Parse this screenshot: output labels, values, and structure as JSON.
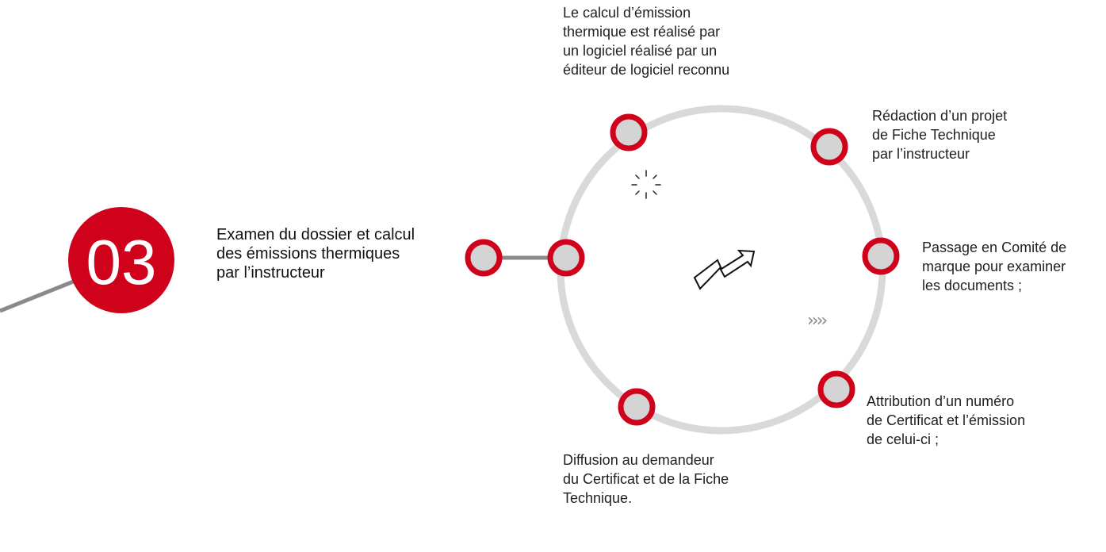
{
  "step": {
    "number": "03",
    "title": "Examen du dossier et calcul\ndes émissions thermiques\npar l’instructeur"
  },
  "cycle": {
    "nodes": [
      {
        "id": "top-left",
        "text": "Le calcul d’émission\nthermique est réalisé par\nun logiciel réalisé par un\néditeur de logiciel reconnu"
      },
      {
        "id": "top-right",
        "text": "Rédaction d’un projet\nde Fiche Technique\npar l’instructeur"
      },
      {
        "id": "right",
        "text": "Passage en Comité de\nmarque pour examiner\nles documents ;"
      },
      {
        "id": "bottom-right",
        "text": "Attribution d’un numéro\nde Certificat et l’émission\nde celui-ci ;"
      },
      {
        "id": "bottom-left",
        "text": "Diffusion au demandeur\ndu Certificat et de la Fiche\nTechnique."
      }
    ],
    "decor_arrows": "››››"
  },
  "colors": {
    "accent_red": "#d0021b",
    "ring_gray": "#d9d9d9",
    "connector_gray": "#8a8a8a",
    "node_fill": "#d4d4d4"
  },
  "icons": [
    "sparkle-icon",
    "trend-arrow-icon",
    "chevrons-icon"
  ]
}
